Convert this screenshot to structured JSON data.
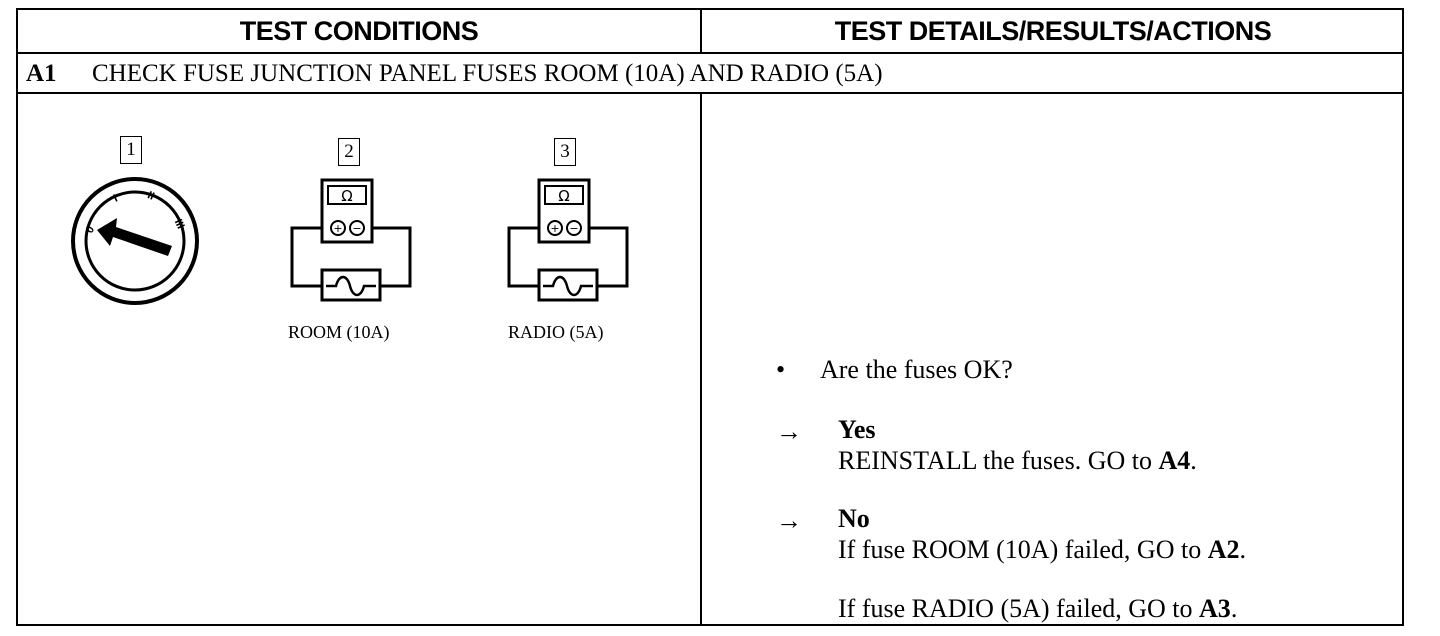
{
  "table": {
    "header_left": "TEST CONDITIONS",
    "header_right": "TEST DETAILS/RESULTS/ACTIONS"
  },
  "step": {
    "code": "A1",
    "title": "CHECK FUSE JUNCTION PANEL FUSES ROOM (10A) AND RADIO (5A)"
  },
  "conditions": {
    "panels": [
      {
        "number": "1",
        "label": ""
      },
      {
        "number": "2",
        "label": "ROOM (10A)"
      },
      {
        "number": "3",
        "label": "RADIO (5A)"
      }
    ],
    "ignition_positions": [
      "0",
      "I",
      "II",
      "III"
    ],
    "meter_symbol": "Ω",
    "meter_plus": "+",
    "meter_minus": "−"
  },
  "details": {
    "bullet": "•",
    "question": "Are the fuses OK?",
    "arrow": "→",
    "yes": {
      "label": "Yes",
      "action_pre": "REINSTALL the fuses. GO to ",
      "action_ref": "A4",
      "action_post": "."
    },
    "no": {
      "label": "No",
      "action1_pre": "If fuse ROOM (10A) failed, GO to ",
      "action1_ref": "A2",
      "action1_post": ".",
      "action2_pre": "If fuse RADIO (5A) failed, GO to ",
      "action2_ref": "A3",
      "action2_post": "."
    }
  }
}
